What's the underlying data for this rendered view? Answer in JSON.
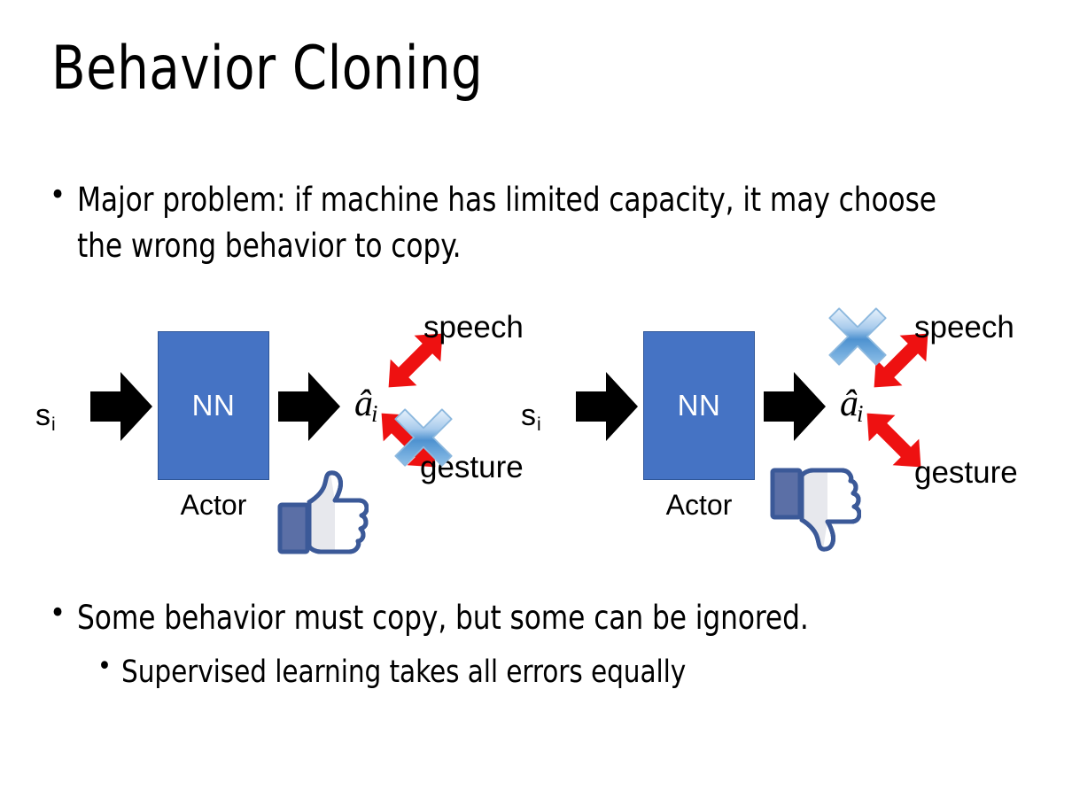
{
  "slide": {
    "title": "Behavior Cloning",
    "background_color": "#FFFFFF"
  },
  "bullets": {
    "top": {
      "marker": "•",
      "text": "Major problem: if machine has limited capacity, it may choose the wrong behavior to copy."
    },
    "bottom_primary": {
      "marker": "•",
      "text": "Some behavior must copy, but some can be ignored."
    },
    "bottom_secondary": {
      "marker": "•",
      "text": "Supervised learning takes all errors equally"
    }
  },
  "colors": {
    "nn_box_fill": "#4573C4",
    "nn_box_border": "#2E5597",
    "nn_label": "#FFFFFF",
    "block_arrow": "#000000",
    "branch_arrow_red": "#EE1111",
    "cross_blue_light": "#CFE2F7",
    "cross_blue_mid": "#5B9BD5",
    "cross_blue_dark": "#2E75B6",
    "hand_outline": "#3B5998",
    "hand_cuff": "#5B6FA6",
    "hand_fill": "#FFFFFF",
    "hand_shadow": "#E4E6EB",
    "text": "#000000"
  },
  "diagrams": [
    {
      "id": "left",
      "state_label": "s",
      "state_subscript": "i",
      "input_arrow_icon": "block-arrow-right-icon",
      "network_label": "NN",
      "network_caption": "Actor",
      "output_arrow_icon": "block-arrow-right-icon",
      "action_label": "â",
      "action_subscript": "i",
      "branches": [
        {
          "label": "speech",
          "direction": "up-right",
          "crossed": false
        },
        {
          "label": "gesture",
          "direction": "down-right",
          "crossed": true
        }
      ],
      "verdict_icon": "thumbs-up-icon",
      "verdict": "approve"
    },
    {
      "id": "right",
      "state_label": "s",
      "state_subscript": "i",
      "input_arrow_icon": "block-arrow-right-icon",
      "network_label": "NN",
      "network_caption": "Actor",
      "output_arrow_icon": "block-arrow-right-icon",
      "action_label": "â",
      "action_subscript": "i",
      "branches": [
        {
          "label": "speech",
          "direction": "up-right",
          "crossed": true
        },
        {
          "label": "gesture",
          "direction": "down-right",
          "crossed": false
        }
      ],
      "verdict_icon": "thumbs-down-icon",
      "verdict": "reject"
    }
  ]
}
